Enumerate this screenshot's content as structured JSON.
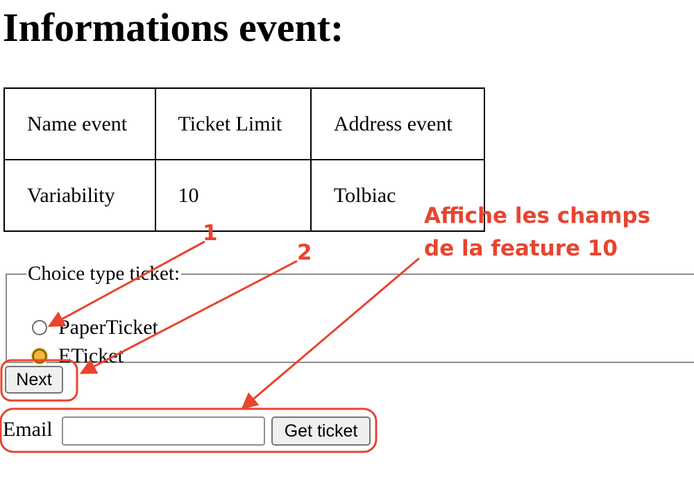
{
  "page": {
    "title": "Informations event:"
  },
  "event_table": {
    "headers": [
      "Name event",
      "Ticket Limit",
      "Address event"
    ],
    "rows": [
      [
        "Variability",
        "10",
        "Tolbiac"
      ]
    ]
  },
  "ticket_choice": {
    "legend": "Choice type ticket:",
    "options": [
      {
        "label": "PaperTicket",
        "checked": false
      },
      {
        "label": "ETicket",
        "checked": true
      }
    ]
  },
  "next_button": {
    "label": "Next"
  },
  "email_form": {
    "label": "Email",
    "value": "",
    "button_label": "Get ticket"
  },
  "annotations": {
    "color": "#e8442f",
    "marker_1": "1",
    "marker_2": "2",
    "note_line_1": "Affiche les champs",
    "note_line_2": "de la feature 10"
  }
}
